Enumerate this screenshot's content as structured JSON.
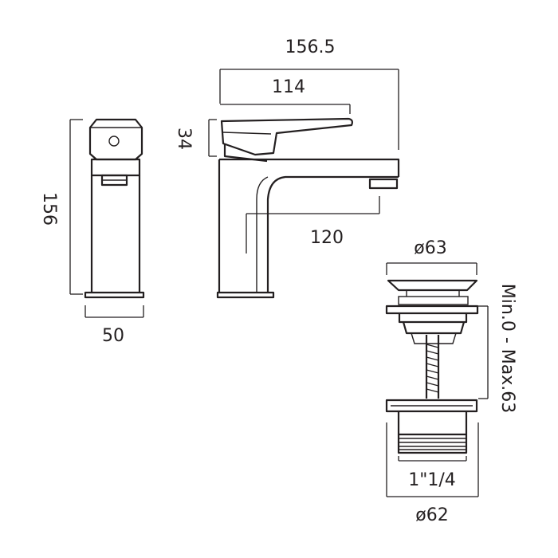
{
  "dimensions": {
    "total_length": "156.5",
    "spout_reach": "114",
    "handle_height": "34",
    "outlet_clearance": "120",
    "height": "156",
    "base_width": "50",
    "waste_top_diameter": "ø63",
    "waste_range": "Min.0 - Max.63",
    "thread_size": "1\"1/4",
    "waste_body_diameter": "ø62"
  },
  "colors": {
    "line": "#231f20",
    "background": "#ffffff"
  }
}
